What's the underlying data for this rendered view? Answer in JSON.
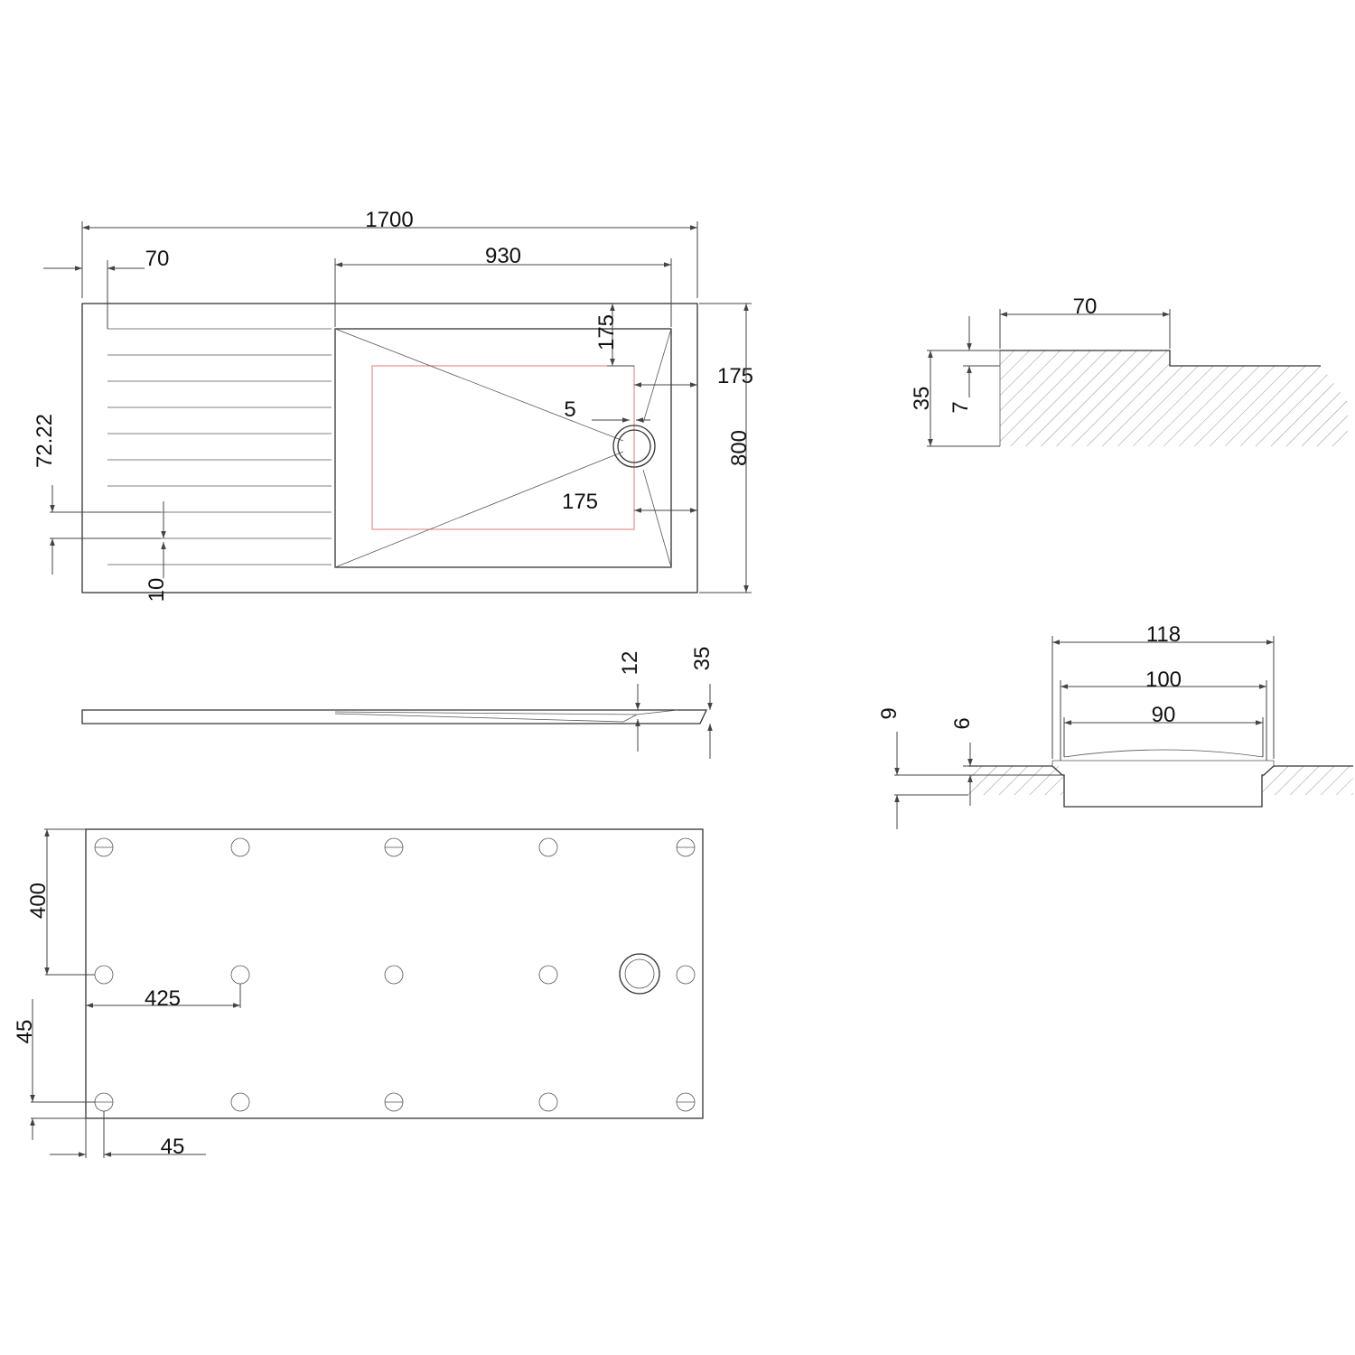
{
  "top_view": {
    "overall_length": "1700",
    "edge_margin": "70",
    "bowl_length": "930",
    "bowl_top_offset": "175",
    "bowl_right_offset": "175",
    "waste_offset": "5",
    "bowl_bottom_offset": "175",
    "depth": "800",
    "groove_pitch": "72.22",
    "groove_width": "10"
  },
  "side_view": {
    "slope_depth": "12",
    "total_height": "35"
  },
  "bottom_view": {
    "foot_spacing_y": "400",
    "foot_spacing_x": "425",
    "foot_offset_y": "45",
    "foot_offset_x": "45"
  },
  "edge_detail": {
    "step_width": "70",
    "total_thickness": "35",
    "step_height": "7"
  },
  "waste_detail": {
    "outer_width": "118",
    "middle_width": "100",
    "inner_width": "90",
    "recess_height": "9",
    "lip_height": "6"
  }
}
